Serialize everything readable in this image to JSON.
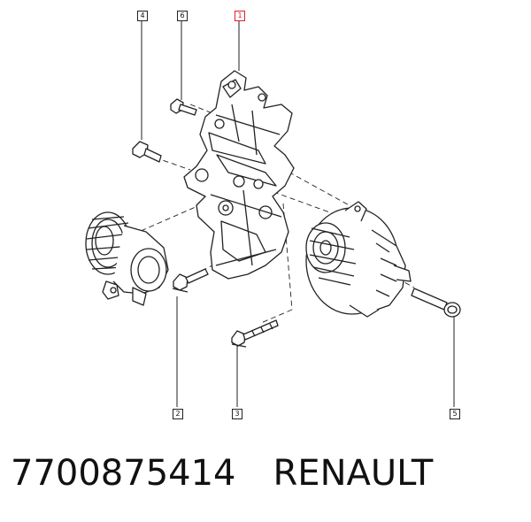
{
  "callouts": [
    {
      "id": "1",
      "highlight": true
    },
    {
      "id": "2",
      "highlight": false
    },
    {
      "id": "3",
      "highlight": false
    },
    {
      "id": "4",
      "highlight": false
    },
    {
      "id": "5",
      "highlight": false
    },
    {
      "id": "6",
      "highlight": false
    }
  ],
  "caption": {
    "part_number": "7700875414",
    "brand": "RENAULT"
  },
  "colors": {
    "line": "#222222",
    "highlight": "#dd2222"
  }
}
